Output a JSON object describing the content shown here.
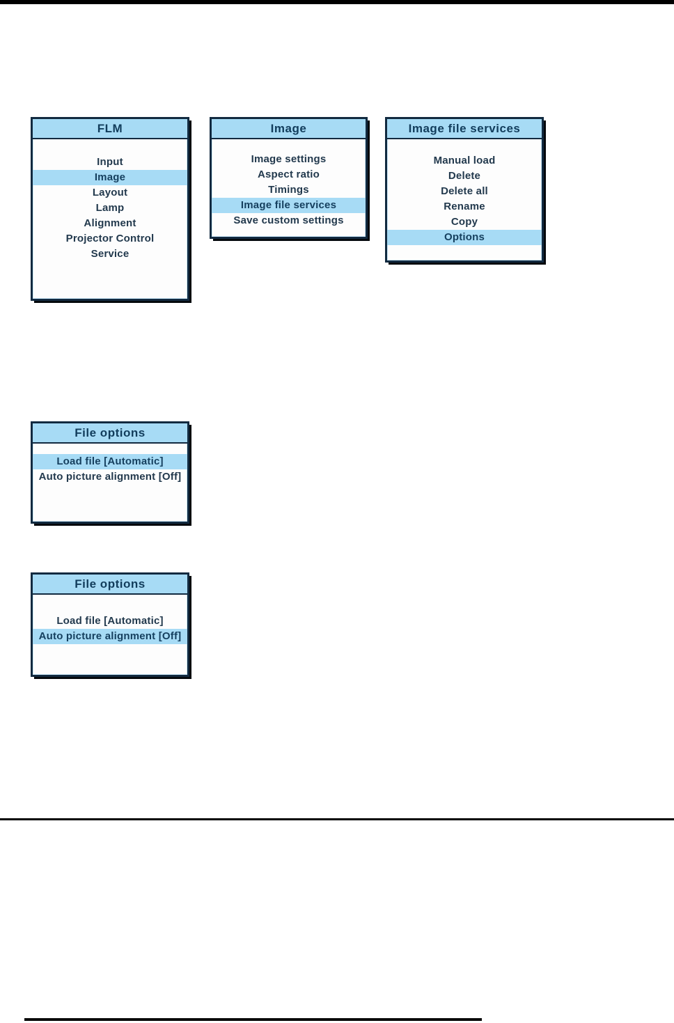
{
  "colors": {
    "accent_blue": "#a7dbf5",
    "border_navy": "#122a40",
    "text_navy": "#22394d",
    "rule_black": "#000000"
  },
  "menus": [
    {
      "title": "FLM",
      "items": [
        {
          "label": "Input",
          "highlighted": false
        },
        {
          "label": "Image",
          "highlighted": true
        },
        {
          "label": "Layout",
          "highlighted": false
        },
        {
          "label": "Lamp",
          "highlighted": false
        },
        {
          "label": "Alignment",
          "highlighted": false
        },
        {
          "label": "Projector Control",
          "highlighted": false
        },
        {
          "label": "Service",
          "highlighted": false
        }
      ]
    },
    {
      "title": "Image",
      "items": [
        {
          "label": "Image settings",
          "highlighted": false
        },
        {
          "label": "Aspect ratio",
          "highlighted": false
        },
        {
          "label": "Timings",
          "highlighted": false
        },
        {
          "label": "Image file services",
          "highlighted": true
        },
        {
          "label": "Save custom settings",
          "highlighted": false
        }
      ]
    },
    {
      "title": "Image file services",
      "items": [
        {
          "label": "Manual load",
          "highlighted": false
        },
        {
          "label": "Delete",
          "highlighted": false
        },
        {
          "label": "Delete all",
          "highlighted": false
        },
        {
          "label": "Rename",
          "highlighted": false
        },
        {
          "label": "Copy",
          "highlighted": false
        },
        {
          "label": "Options",
          "highlighted": true
        }
      ]
    },
    {
      "title": "File options",
      "items": [
        {
          "label": "Load file [Automatic]",
          "highlighted": true
        },
        {
          "label": "Auto picture alignment [Off]",
          "highlighted": false
        }
      ]
    },
    {
      "title": "File options",
      "items": [
        {
          "label": "Load file [Automatic]",
          "highlighted": false
        },
        {
          "label": "Auto picture alignment [Off]",
          "highlighted": true
        }
      ]
    }
  ]
}
